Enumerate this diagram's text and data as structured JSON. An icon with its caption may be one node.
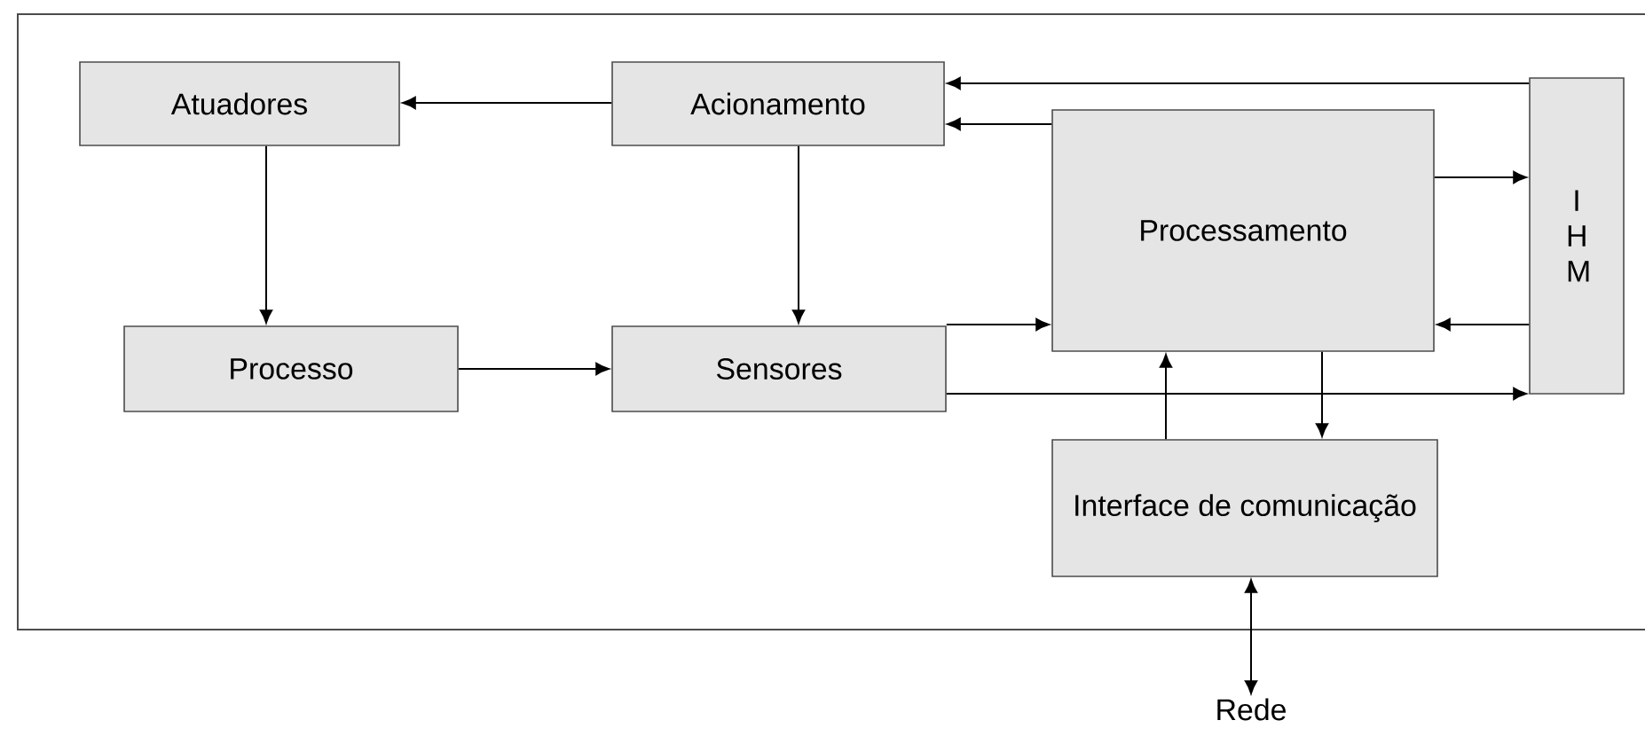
{
  "diagram": {
    "nodes": [
      {
        "text": [
          "Atuadores"
        ]
      },
      {
        "text": [
          "Acionamento"
        ]
      },
      {
        "text": [
          "Processamento"
        ]
      },
      {
        "text": [
          "I H M"
        ]
      },
      {
        "text": [
          "Processo"
        ]
      },
      {
        "text": [
          "Sensores"
        ]
      },
      {
        "text": [
          "Interface de comunicação"
        ]
      },
      {
        "text": [
          "Rede"
        ]
      }
    ],
    "edges": [
      {
        "from": 1,
        "to": 0,
        "arrow": "to"
      },
      {
        "from": 0,
        "to": 4,
        "arrow": "to"
      },
      {
        "from": 1,
        "to": 5,
        "arrow": "to"
      },
      {
        "from": 4,
        "to": 5,
        "arrow": "to"
      },
      {
        "from": 3,
        "to": 1,
        "arrow": "to"
      },
      {
        "from": 2,
        "to": 1,
        "arrow": "to"
      },
      {
        "from": 2,
        "to": 3,
        "arrow": "to"
      },
      {
        "from": 3,
        "to": 2,
        "arrow": "to"
      },
      {
        "from": 5,
        "to": 2,
        "arrow": "to"
      },
      {
        "from": 5,
        "to": 3,
        "arrow": "to"
      },
      {
        "from": 6,
        "to": 2,
        "arrow": "to"
      },
      {
        "from": 2,
        "to": 6,
        "arrow": "to"
      },
      {
        "from": 6,
        "to": 7,
        "arrow": "both"
      }
    ]
  }
}
